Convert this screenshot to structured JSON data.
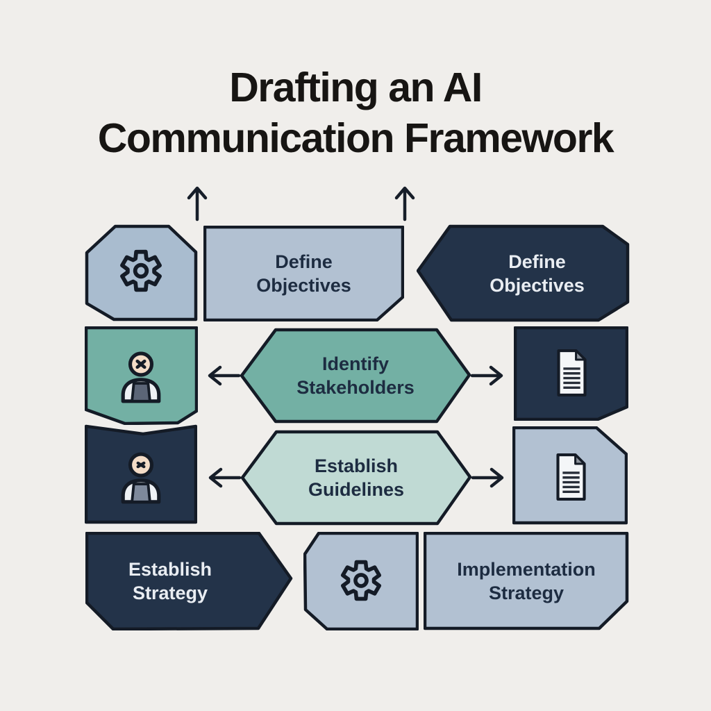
{
  "title": {
    "line1": "Drafting an AI",
    "line2": "Communication Framework"
  },
  "colors": {
    "bg": "#f0eeeb",
    "outline": "#141b26",
    "steel": "#b2c1d2",
    "steel-muted": "#a9bccf",
    "navy": "#233349",
    "teal": "#73b0a4",
    "mint": "#c0dad4",
    "label-dark": "#1d2c41",
    "label-light": "#e9edf2",
    "arrow": "#171e29",
    "skin": "#f3dcc7",
    "body-white": "#eef1f4",
    "bib-dark": "#5b6577",
    "bib-light": "#7e899b",
    "page": "#f4f6f8",
    "fold": "#8d939c",
    "doc-lines": "#272d38",
    "title-color": "#171513"
  },
  "nodes": {
    "gear_top": {
      "icon": "gear-icon"
    },
    "define_objectives_left": {
      "label": "Define Objectives"
    },
    "define_objectives_right": {
      "label": "Define Objectives"
    },
    "stakeholder_person": {
      "icon": "person-x-icon"
    },
    "identify_stakeholders": {
      "label": "Identify Stakeholders"
    },
    "document_dark": {
      "icon": "document-icon"
    },
    "guidelines_person": {
      "icon": "person-x-icon"
    },
    "establish_guidelines": {
      "label": "Establish Guidelines"
    },
    "document_light": {
      "icon": "document-icon"
    },
    "establish_strategy": {
      "label": "Establish Strategy"
    },
    "gear_bottom": {
      "icon": "gear-icon"
    },
    "implementation_strategy": {
      "label": "Implementation Strategy"
    }
  },
  "arrows": [
    "up-arrow-left",
    "up-arrow-right",
    "stakeholders-left-arrow",
    "stakeholders-right-arrow",
    "guidelines-left-arrow",
    "guidelines-right-arrow"
  ]
}
